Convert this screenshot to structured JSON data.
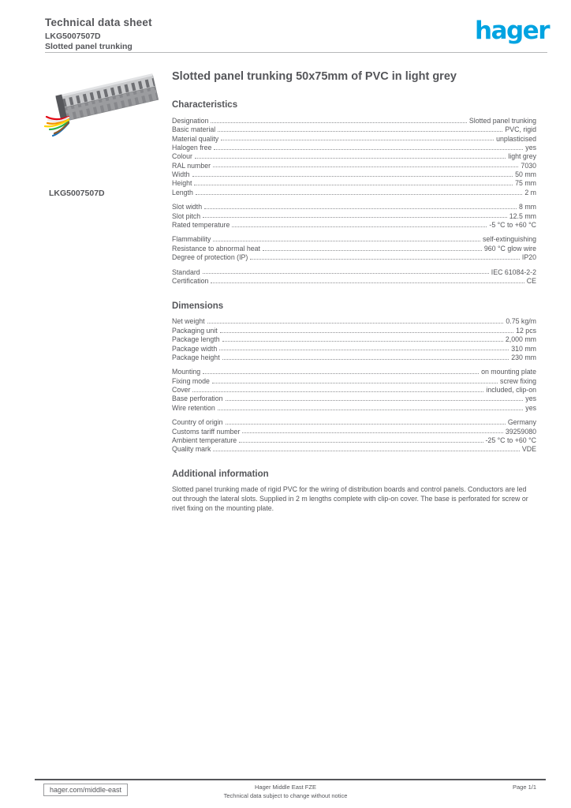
{
  "header": {
    "title": "Technical data sheet",
    "reference": "LKG5007507D",
    "subtitle": "Slotted panel trunking",
    "brand": "hager"
  },
  "product": {
    "title": "Slotted panel trunking 50x75mm of PVC in light grey",
    "image_caption": "LKG5007507D"
  },
  "sections": [
    {
      "title": "Characteristics",
      "groups": [
        [
          {
            "label": "Designation",
            "value": "Slotted panel trunking"
          },
          {
            "label": "Basic material",
            "value": "PVC, rigid"
          },
          {
            "label": "Material quality",
            "value": "unplasticised"
          },
          {
            "label": "Halogen free",
            "value": "yes"
          },
          {
            "label": "Colour",
            "value": "light grey"
          },
          {
            "label": "RAL number",
            "value": "7030"
          },
          {
            "label": "Width",
            "value": "50 mm"
          },
          {
            "label": "Height",
            "value": "75 mm"
          },
          {
            "label": "Length",
            "value": "2 m"
          }
        ],
        [
          {
            "label": "Slot width",
            "value": "8 mm"
          },
          {
            "label": "Slot pitch",
            "value": "12.5 mm"
          },
          {
            "label": "Rated temperature",
            "value": "-5 °C to +60 °C"
          }
        ],
        [
          {
            "label": "Flammability",
            "value": "self-extinguishing"
          },
          {
            "label": "Resistance to abnormal heat",
            "value": "960 °C glow wire"
          },
          {
            "label": "Degree of protection (IP)",
            "value": "IP20"
          }
        ],
        [
          {
            "label": "Standard",
            "value": "IEC 61084-2-2"
          },
          {
            "label": "Certification",
            "value": "CE"
          }
        ]
      ]
    },
    {
      "title": "Dimensions",
      "groups": [
        [
          {
            "label": "Net weight",
            "value": "0.75 kg/m"
          },
          {
            "label": "Packaging unit",
            "value": "12 pcs"
          },
          {
            "label": "Package length",
            "value": "2,000 mm"
          },
          {
            "label": "Package width",
            "value": "310 mm"
          },
          {
            "label": "Package height",
            "value": "230 mm"
          }
        ],
        [
          {
            "label": "Mounting",
            "value": "on mounting plate"
          },
          {
            "label": "Fixing mode",
            "value": "screw fixing"
          },
          {
            "label": "Cover",
            "value": "included, clip-on"
          },
          {
            "label": "Base perforation",
            "value": "yes"
          },
          {
            "label": "Wire retention",
            "value": "yes"
          }
        ],
        [
          {
            "label": "Country of origin",
            "value": "Germany"
          },
          {
            "label": "Customs tariff number",
            "value": "39259080"
          },
          {
            "label": "Ambient temperature",
            "value": "-25 °C to +60 °C"
          },
          {
            "label": "Quality mark",
            "value": "VDE"
          }
        ]
      ]
    },
    {
      "title": "Additional information",
      "paragraph": "Slotted panel trunking made of rigid PVC for the wiring of distribution boards and control panels. Conductors are led out through the lateral slots. Supplied in 2 m lengths complete with clip-on cover. The base is perforated for screw or rivet fixing on the mounting plate."
    }
  ],
  "footer": {
    "url": "hager.com/middle-east",
    "center_line1": "Hager Middle East FZE",
    "center_line2": "Technical data subject to change without notice",
    "page_label": "Page 1/1"
  },
  "colors": {
    "brand": "#00a3e1",
    "text": "#55565a"
  }
}
